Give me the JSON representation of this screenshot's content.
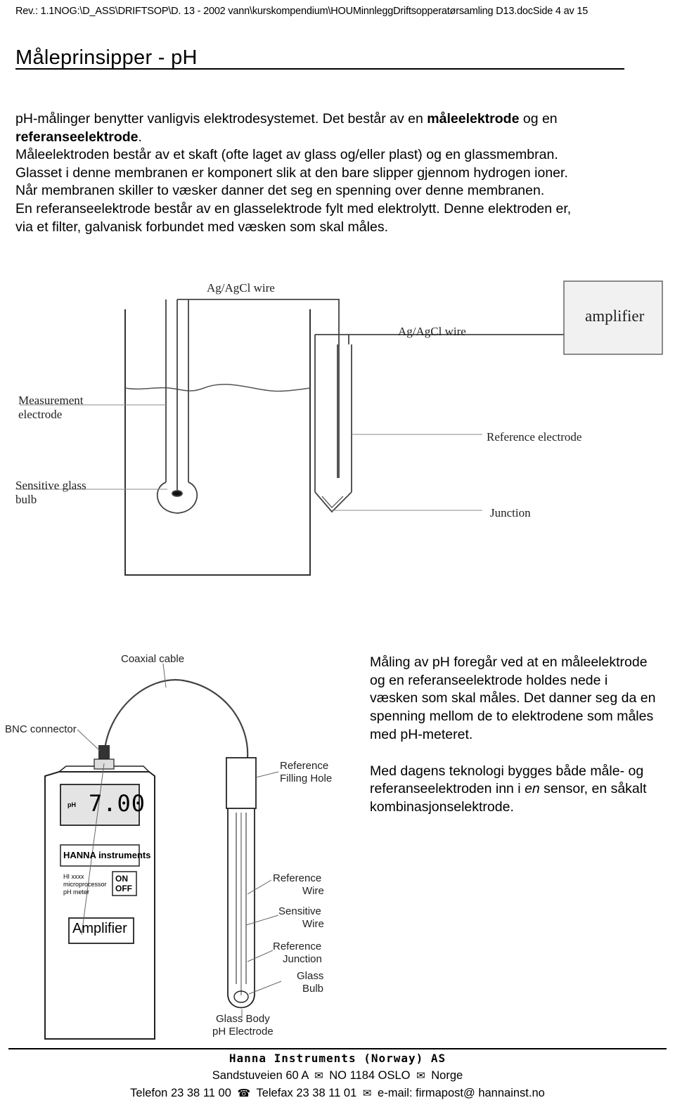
{
  "header": {
    "line": "Rev.: 1.1NOG:\\D_ASS\\DRIFTSOP\\D. 13 - 2002 vann\\kurskompendium\\HOUMinnleggDriftsopperatørsamling D13.docSide 4 av 15"
  },
  "title": "Måleprinsipper - pH",
  "intro": {
    "l1_a": "pH-målinger benytter vanligvis elektrodesystemet. Det består av en ",
    "l1_b": "måleelektrode",
    "l1_c": " og en",
    "l2_a": "referanseelektrode",
    "l2_b": ".",
    "l3": "Måleelektroden består av et skaft (ofte laget av glass og/eller plast) og en glassmembran.",
    "l4": "Glasset i denne membranen er komponert slik at den bare slipper gjennom hydrogen ioner.",
    "l5": "Når membranen skiller to væsker danner det seg en spenning over denne membranen.",
    "l6": "En referanseelektrode består av en glasselektrode fylt med elektrolytt. Denne elektroden er,",
    "l7": "via et filter, galvanisk forbundet med væsken som skal måles."
  },
  "diagram1": {
    "wire1": "Ag/AgCl wire",
    "wire2": "Ag/AgCl wire",
    "amplifier": "amplifier",
    "measurement_1": "Measurement",
    "measurement_2": "electrode",
    "sensitive_1": "Sensitive glass",
    "sensitive_2": "bulb",
    "reference": "Reference electrode",
    "junction": "Junction"
  },
  "diagram2": {
    "coaxial": "Coaxial cable",
    "bnc": "BNC connector",
    "display": "7.00",
    "display_unit": "pH",
    "brand": "HANNA instruments",
    "model_1": "HI xxxx",
    "model_2": "microprocessor",
    "model_3": "pH meter",
    "on": "ON",
    "off": "OFF",
    "amplifier": "Amplifier",
    "ref_fill_1": "Reference",
    "ref_fill_2": "Filling Hole",
    "ref_wire_1": "Reference",
    "ref_wire_2": "Wire",
    "sens_wire_1": "Sensitive",
    "sens_wire_2": "Wire",
    "ref_junc_1": "Reference",
    "ref_junc_2": "Junction",
    "glass_bulb_1": "Glass",
    "glass_bulb_2": "Bulb",
    "glass_body_1": "Glass Body",
    "glass_body_2": "pH Electrode"
  },
  "side_text": {
    "p1": "Måling av pH foregår ved at en måleelektrode og en referanseelektrode holdes nede i væsken som skal måles. Det danner seg da en spenning mellom de to elektrodene som måles med pH-meteret.",
    "p2_a": "Med dagens teknologi bygges både måle- og referanseelektroden inn i ",
    "p2_em": "en",
    "p2_b": " sensor, en såkalt kombinasjonselektrode."
  },
  "footer": {
    "company": "Hanna Instruments (Norway) AS",
    "address_1": "Sandstuveien 60 A",
    "address_2": "NO 1184 OSLO",
    "address_3": "Norge",
    "phone": "Telefon 23 38 11 00",
    "fax": "Telefax 23 38 11 01",
    "email": "e-mail: firmapost@ hannainst.no"
  },
  "icons": {
    "envelope": "envelope-icon",
    "phone": "telephone-icon",
    "fax": "fax-icon"
  }
}
